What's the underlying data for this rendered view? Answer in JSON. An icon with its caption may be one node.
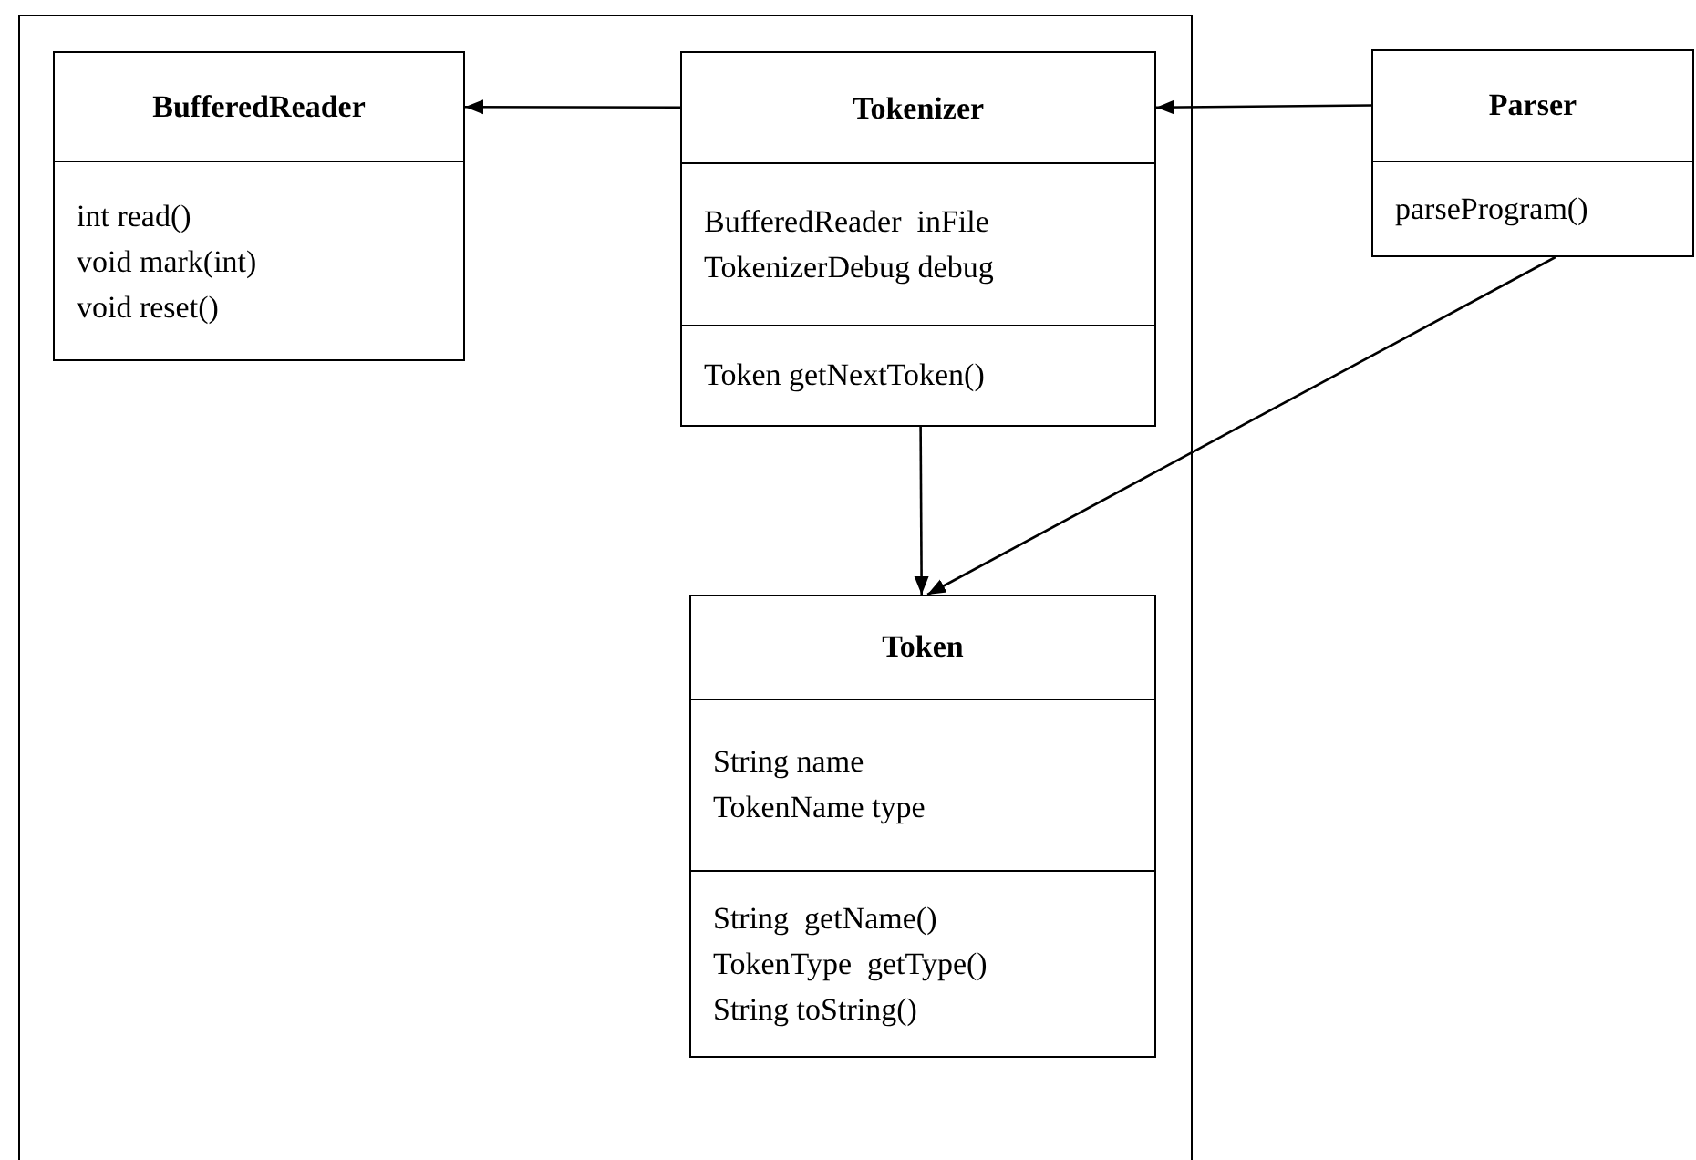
{
  "diagram": {
    "nodes": [
      {
        "text": [],
        "shape": "box"
      },
      {
        "text": [
          "BufferedReader",
          "int read()",
          "void mark(int)",
          "void reset()"
        ],
        "in": 0
      },
      {
        "text": [
          "Tokenizer",
          "BufferedReader  inFile",
          "TokenizerDebug debug",
          "Token getNextToken()"
        ],
        "in": 0
      },
      {
        "text": [
          "Parser",
          "parseProgram()"
        ]
      },
      {
        "text": [
          "Token",
          "String name",
          "TokenName type",
          "String  getName()",
          "TokenType  getType()",
          "String toString()"
        ],
        "in": 0
      }
    ],
    "edges": [
      {
        "from": 2,
        "to": 1,
        "arrow": "to"
      },
      {
        "from": 3,
        "to": 2,
        "arrow": "to"
      },
      {
        "from": 2,
        "to": 4,
        "arrow": "to"
      },
      {
        "from": 3,
        "to": 4,
        "arrow": "to"
      }
    ]
  }
}
